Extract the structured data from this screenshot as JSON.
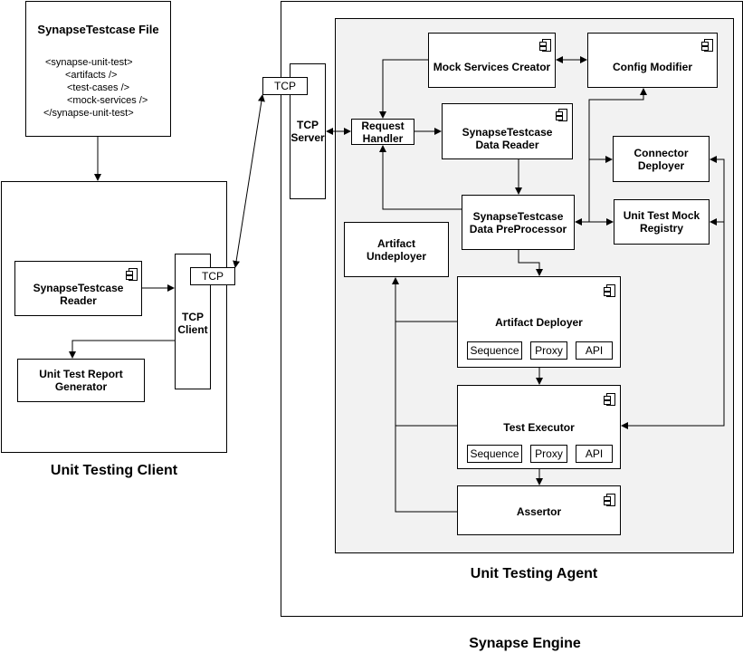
{
  "file_box": {
    "title": "SynapseTestcase File",
    "xml_lines": [
      "<synapse-unit-test>",
      "<artifacts />",
      "<test-cases />",
      "<mock-services />",
      "</synapse-unit-test>"
    ]
  },
  "client": {
    "title": "Unit Testing Client",
    "reader": "SynapseTestcase\nReader",
    "report": "Unit Test Report\nGenerator",
    "tcp_client": "TCP\nClient",
    "tcp_tag": "TCP"
  },
  "engine": {
    "title": "Synapse Engine",
    "tcp_tag": "TCP",
    "tcp_server": "TCP\nServer"
  },
  "agent": {
    "title": "Unit Testing Agent",
    "request_handler": "Request\nHandler",
    "mock_services": "Mock Services Creator",
    "config_modifier": "Config Modifier",
    "data_reader": "SynapseTestcase\nData Reader",
    "connector_deployer": "Connector\nDeployer",
    "preprocessor": "SynapseTestcase\nData PreProcessor",
    "mock_registry": "Unit Test Mock\nRegistry",
    "undeployer": "Artifact\nUndeployer",
    "artifact_deployer": {
      "title": "Artifact Deployer",
      "items": [
        "Sequence",
        "Proxy",
        "API"
      ]
    },
    "test_executor": {
      "title": "Test Executor",
      "items": [
        "Sequence",
        "Proxy",
        "API"
      ]
    },
    "assertor": "Assertor"
  }
}
